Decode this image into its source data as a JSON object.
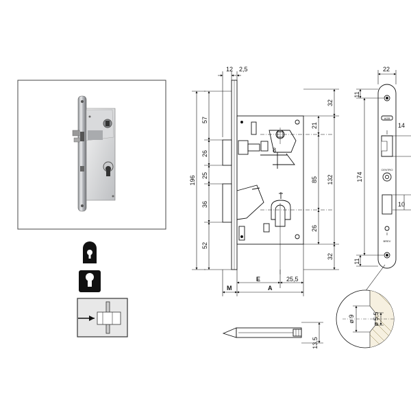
{
  "photo": {
    "description_icon": "mortise-lock-photo-icon"
  },
  "icons": [
    {
      "name": "key-keyhole-icon"
    },
    {
      "name": "euro-cylinder-icon"
    },
    {
      "name": "latch-side-icon"
    }
  ],
  "front_view": {
    "dims_top": {
      "faceplate_thickness": "12",
      "plate": "2,5"
    },
    "dims_left": [
      "57",
      "26",
      "25",
      "36",
      "52"
    ],
    "overall_height": "196",
    "dims_right_outer": [
      "32",
      "132",
      "32"
    ],
    "dims_right_inner": [
      "21",
      "85",
      "26"
    ],
    "dims_bottom": {
      "m": "M",
      "e": "E",
      "a": "A",
      "offset": "25,5"
    },
    "latch_label": "8"
  },
  "faceplate_view": {
    "width": "22",
    "height": "174",
    "top_hole": "11",
    "bottom_hole": "11",
    "latch_window": "14",
    "bolt_window": "10",
    "brand_text": "AGB",
    "marking_1": "CENTRO",
    "marking_2": "BREV"
  },
  "detail": {
    "outer": "ø 9",
    "inner": "ø 5,5"
  },
  "latch_bar": {
    "height": "13,5"
  }
}
